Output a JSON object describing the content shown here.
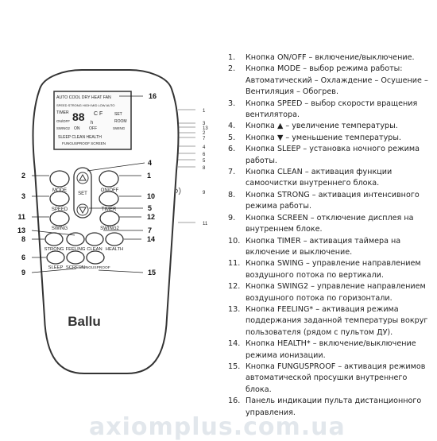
{
  "display": {
    "modes": "AUTO  COOL  DRY  HEAT  FAN",
    "speeds": "SPEED STRONG HIGH MID LOW AUTO",
    "timer": "TIMER",
    "temp_digits": "88",
    "temp_units": "C F",
    "set": "SET",
    "onoff": "ON/OFF",
    "hour": "h",
    "room": "ROOM",
    "swing2": "SWING2",
    "on": "ON",
    "off": "OFF",
    "swing": "SWING",
    "functions_line1": "SLEEP  CLEAN  HEALTH",
    "functions_line2": "FUNGUSPROOF  SCREEN"
  },
  "buttons": {
    "mode": "MODE",
    "onoff": "ON/OFF",
    "set": "SET",
    "speed": "SPEED",
    "timer": "TIMER",
    "swing": "SWING",
    "swing2": "SWING2",
    "strong": "STRONG",
    "feeling": "FEELING",
    "clean": "CLEAN",
    "health": "HEALTH",
    "sleep": "SLEEP",
    "screen": "SCREEN",
    "fungusproof": "FUNGUSPROOF",
    "up_arrow": "up-arrow-icon",
    "down_arrow": "down-arrow-icon"
  },
  "brand": "Ballu",
  "callouts": [
    "16",
    "2",
    "4",
    "1",
    "3",
    "10",
    "5",
    "11",
    "12",
    "13",
    "7",
    "8",
    "14",
    "6",
    "9",
    "15"
  ],
  "side_callouts": [
    "1",
    "3",
    "13",
    "2",
    "7",
    "4",
    "6",
    "5",
    "8",
    "9",
    "11"
  ],
  "descriptions": [
    {
      "num": "1.",
      "text": "Кнопка ON/OFF – включение/выключение."
    },
    {
      "num": "2.",
      "text": "Кнопка MODE – выбор режима работы: Автоматический – Охлаждение – Осушение – Вентиляция – Обогрев."
    },
    {
      "num": "3.",
      "text": "Кнопка SPEED – выбор скорости вращения вентилятора."
    },
    {
      "num": "4.",
      "text": "Кнопка ▲ – увеличение температуры."
    },
    {
      "num": "5.",
      "text": "Кнопка ▼ – уменьшение температуры."
    },
    {
      "num": "6.",
      "text": "Кнопка SLEEP – установка ночного режима работы."
    },
    {
      "num": "7.",
      "text": "Кнопка CLEAN – активация функции самоочистки внутреннего блока."
    },
    {
      "num": "8.",
      "text": "Кнопка STRONG – активация интенсивного режима работы."
    },
    {
      "num": "9.",
      "text": "Кнопка SCREEN – отключение дисплея на внутреннем блоке."
    },
    {
      "num": "10.",
      "text": "Кнопка TIMER – активация таймера на включение и выключение."
    },
    {
      "num": "11.",
      "text": "Кнопка SWING – управление направлением воздушного потока по вертикали."
    },
    {
      "num": "12.",
      "text": "Кнопка SWING2 – управление направлением воздушного потока по горизонтали."
    },
    {
      "num": "13.",
      "text": "Кнопка FEELING* – активация режима поддержания заданной температуры вокруг пользователя (рядом с пультом ДУ)."
    },
    {
      "num": "14.",
      "text": "Кнопка HEALTH* – включение/выключение режима ионизации."
    },
    {
      "num": "15.",
      "text": "Кнопка FUNGUSPROOF – активация режимов автоматической просушки внутреннего блока."
    },
    {
      "num": "16.",
      "text": "Панель индикации пульта дистанционного управления."
    }
  ],
  "watermark": "axiomplus.com.ua"
}
